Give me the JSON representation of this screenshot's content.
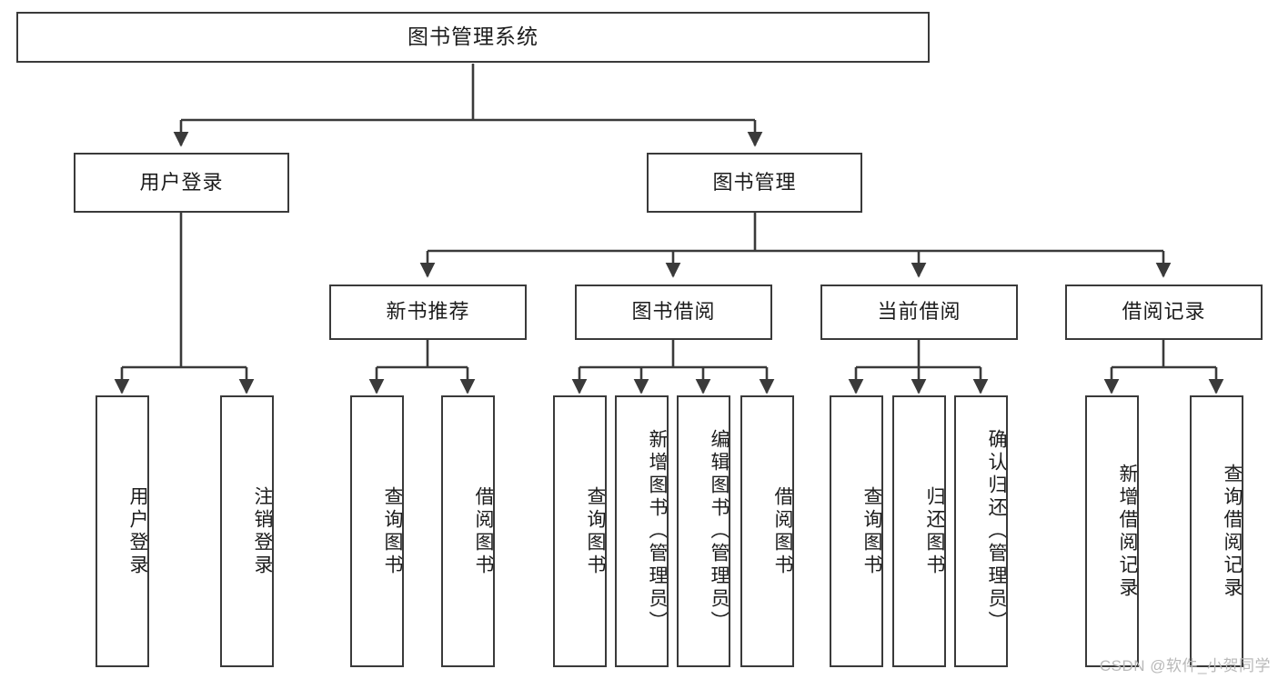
{
  "diagram": {
    "title": "图书管理系统",
    "watermark": "CSDN @软件_小贺同学",
    "accent_color": "#3a3a3a",
    "background_color": "#ffffff",
    "text_color": "#1c1c1c",
    "watermark_color": "#b9b9b9"
  },
  "nodes": {
    "root": {
      "label": "图书管理系统"
    },
    "level2": [
      {
        "label": "用户登录"
      },
      {
        "label": "图书管理"
      }
    ],
    "level3": [
      {
        "label": "新书推荐"
      },
      {
        "label": "图书借阅"
      },
      {
        "label": "当前借阅"
      },
      {
        "label": "借阅记录"
      }
    ],
    "leaves": {
      "user_login": [
        {
          "label": "用户登录"
        },
        {
          "label": "注销登录"
        }
      ],
      "new_book_recommend": [
        {
          "label": "查询图书"
        },
        {
          "label": "借阅图书"
        }
      ],
      "book_borrow": [
        {
          "label": "查询图书"
        },
        {
          "label": "新增图书（管理员）"
        },
        {
          "label": "编辑图书（管理员）"
        },
        {
          "label": "借阅图书"
        }
      ],
      "current_borrow": [
        {
          "label": "查询图书"
        },
        {
          "label": "归还图书"
        },
        {
          "label": "确认归还（管理员）"
        }
      ],
      "borrow_record": [
        {
          "label": "新增借阅记录"
        },
        {
          "label": "查询借阅记录"
        }
      ]
    }
  }
}
